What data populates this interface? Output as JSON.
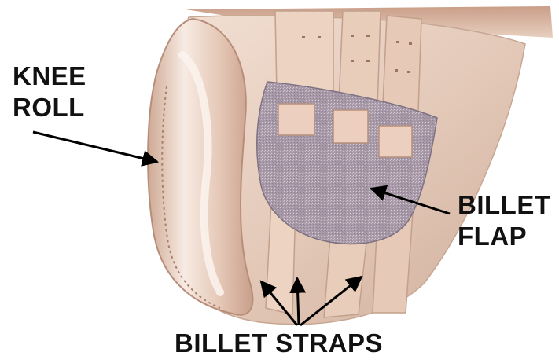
{
  "labels": {
    "knee_roll": [
      "KNEE",
      "ROLL"
    ],
    "billet_flap": [
      "BILLET",
      "FLAP"
    ],
    "billet_straps": "BILLET STRAPS"
  },
  "colors": {
    "leather_light": "#e9d2c3",
    "leather_mid": "#d7b7a3",
    "leather_dark": "#b98f7b",
    "knee_roll_highlight": "#f6e8de",
    "flap_suede": "#a497a6",
    "strap": "#e6cab8",
    "arrow": "#000000",
    "text": "#111111"
  },
  "icons": [
    "arrow-knee-roll",
    "arrow-billet-flap",
    "arrow-billet-strap-1",
    "arrow-billet-strap-2",
    "arrow-billet-strap-3"
  ]
}
